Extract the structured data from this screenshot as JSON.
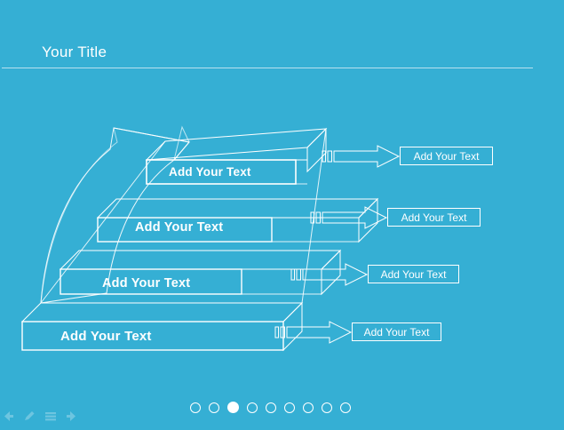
{
  "slide": {
    "background_color": "#35afd4",
    "line_color": "#ffffff",
    "title": "Your Title"
  },
  "header": {
    "title": "Your Title"
  },
  "diagram": {
    "type": "3d-staircase",
    "step_count": 4,
    "steps": [
      {
        "index": 1,
        "label": "Add Your Text",
        "position": "top"
      },
      {
        "index": 2,
        "label": "Add Your Text",
        "position": "upper-middle"
      },
      {
        "index": 3,
        "label": "Add Your Text",
        "position": "lower-middle"
      },
      {
        "index": 4,
        "label": "Add Your Text",
        "position": "bottom"
      }
    ],
    "growth_arrow": {
      "name": "curved-growth-arrow",
      "direction": "up-right"
    }
  },
  "callouts": [
    {
      "index": 1,
      "label": "Add Your Text",
      "arrow": "right-arrow-icon"
    },
    {
      "index": 2,
      "label": "Add Your Text",
      "arrow": "right-arrow-icon"
    },
    {
      "index": 3,
      "label": "Add Your Text",
      "arrow": "right-arrow-icon"
    },
    {
      "index": 4,
      "label": "Add Your Text",
      "arrow": "right-arrow-icon"
    }
  ],
  "pagination": {
    "total": 9,
    "active_index": 3,
    "dots": [
      1,
      2,
      3,
      4,
      5,
      6,
      7,
      8,
      9
    ]
  },
  "mini_toolbar": {
    "items": [
      {
        "name": "previous-arrow-icon"
      },
      {
        "name": "pencil-edit-icon"
      },
      {
        "name": "list-view-icon"
      },
      {
        "name": "next-arrow-icon"
      }
    ]
  }
}
